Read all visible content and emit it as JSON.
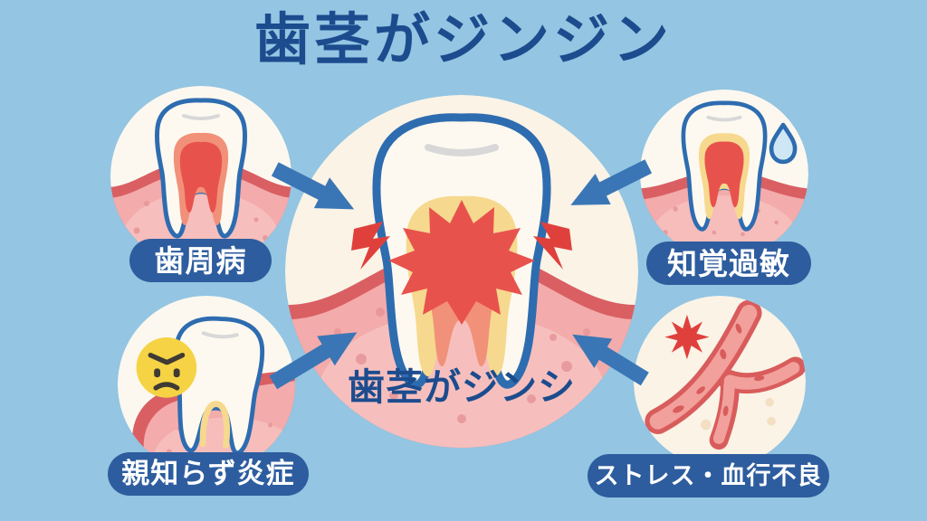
{
  "title": "歯茎がジンジン",
  "center": {
    "label": "歯茎がジンシ",
    "illustration": "inflamed tooth cross-section in gum with red pain flashes"
  },
  "causes": [
    {
      "id": "periodontal",
      "label": "歯周病",
      "icon": "inflamed-tooth-icon"
    },
    {
      "id": "sensitivity",
      "label": "知覚過敏",
      "icon": "sensitive-tooth-water-drop-icon"
    },
    {
      "id": "wisdom-tooth",
      "label": "親知らず炎症",
      "icon": "wisdom-tooth-angry-face-icon"
    },
    {
      "id": "stress-circulation",
      "label": "ストレス・血行不良",
      "icon": "blood-vessel-pain-starburst-icon"
    }
  ],
  "palette": {
    "background": "#94c5e2",
    "title_blue": "#1c4c8e",
    "pill_blue": "#2d5d9e",
    "pill_text": "#ffffff",
    "arrow_blue": "#3a76b5",
    "outline_blue": "#2e6cb0",
    "circle_cream": "#faf3e6",
    "small_circle": "#fcf8ef",
    "tooth_body": "#fdf9f0",
    "gum_pink": "#f3abab",
    "gum_light": "#f7c6c3",
    "gum_dark": "#d95f63",
    "gum_dot": "#e59598",
    "inflamed_red": "#e8524d",
    "pain_red": "#e0403c",
    "dentin_yellow": "#f6d98e",
    "pulp_salmon": "#f29179",
    "emoji_yellow": "#f5d344",
    "emoji_dark": "#3f3a33",
    "drop_fill": "#cfe7f5",
    "shine_gray": "#d8d8d8",
    "vessel_dark": "#d95c5c",
    "vessel_light": "#f2a09c",
    "beige_dot": "#f3dfc2"
  }
}
